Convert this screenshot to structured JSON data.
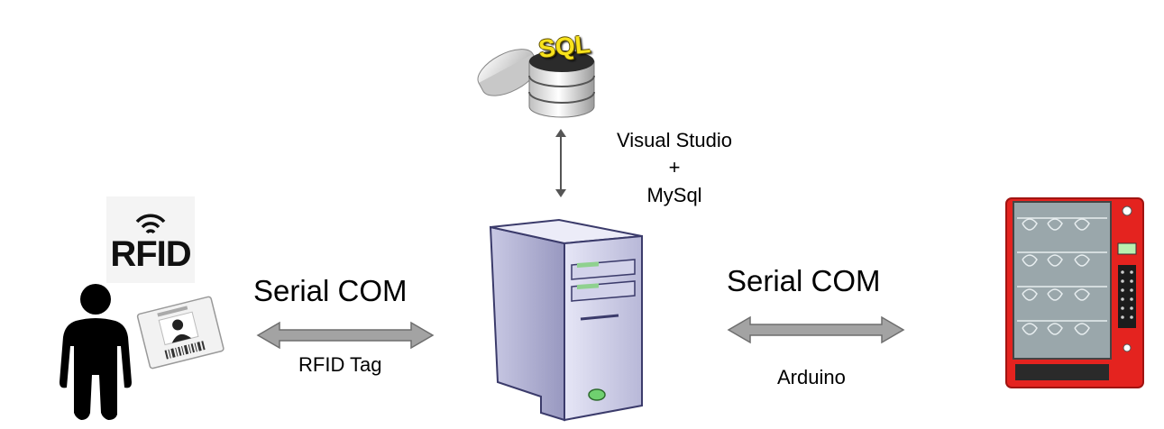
{
  "rfid": {
    "logo_text": "RFID"
  },
  "left_link": {
    "protocol": "Serial COM",
    "caption": "RFID Tag"
  },
  "right_link": {
    "protocol": "Serial COM",
    "caption": "Arduino"
  },
  "database": {
    "logo_text": "SQL",
    "tool_line1": "Visual Studio",
    "tool_line2": "+",
    "tool_line3": "MySql"
  },
  "icons": [
    "person-icon",
    "id-card-icon",
    "rfid-wifi-icon",
    "database-icon",
    "server-tower-icon",
    "vending-machine-icon"
  ],
  "colors": {
    "arrow_fill": "#a3a3a3",
    "arrow_stroke": "#6e6e6e",
    "vending_red": "#e4231f",
    "server_body": "#dcdcf0"
  }
}
